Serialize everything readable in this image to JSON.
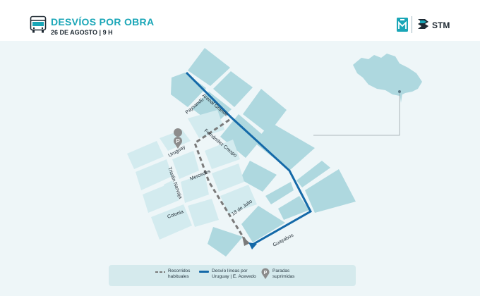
{
  "header": {
    "title": "DESVÍOS POR OBRA",
    "date": "26 DE AGOSTO",
    "separator": "|",
    "time": "9 H",
    "brand": "STM"
  },
  "colors": {
    "accent": "#1aa6b7",
    "block": "#aed8df",
    "block_light": "#d3ebef",
    "background": "#eef6f8",
    "detour_route": "#1469a8",
    "usual_route": "#7a7a7a",
    "stop_marker": "#8c8c8c"
  },
  "map": {
    "streets": {
      "paysandu": "Paysandú",
      "arenal_grande": "Arenal Grande",
      "fernandez_crespo": "Fernández Crespo",
      "uruguay": "Uruguay",
      "mercedes": "Mercedes",
      "tristan_narvaja": "Tristán Narvaja",
      "colonia": "Colonia",
      "dieciocho_de_julio": "18 de Julio",
      "guayabos": "Guayabos"
    },
    "stop_marker_letter": "P"
  },
  "legend": {
    "usual_routes": [
      "Recorridos",
      "habituales"
    ],
    "detour": [
      "Desvío líneas por",
      "Uruguay | E. Acevedo"
    ],
    "stops": [
      "Paradas",
      "suprimidas"
    ]
  }
}
